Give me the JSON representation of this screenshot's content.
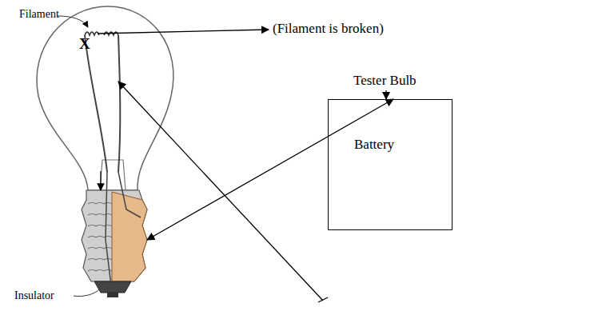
{
  "diagram": {
    "nodes": [
      {
        "text": [
          "Battery"
        ]
      }
    ],
    "edges": [],
    "labels": [
      "Filament",
      "X",
      "(Filament is broken)",
      "Tester Bulb",
      "Insulator"
    ]
  }
}
